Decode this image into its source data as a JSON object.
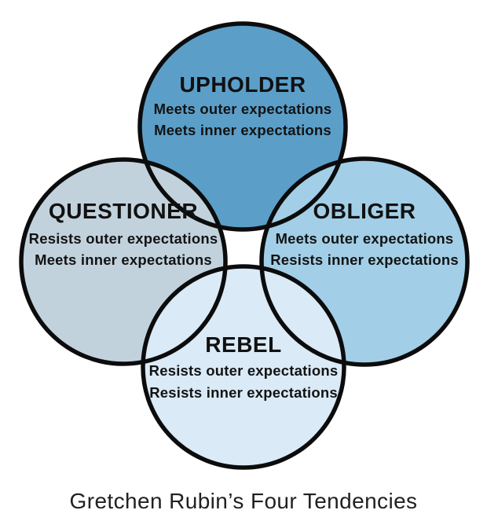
{
  "page": {
    "caption": "Gretchen Rubin’s Four Tendencies"
  },
  "diagram": {
    "type": "venn-four-circles",
    "colors": {
      "background": "#ffffff",
      "outline": "#0c0c0c",
      "label_text": "#111111",
      "caption_text": "#212121"
    },
    "circles": [
      {
        "name": "upholder",
        "title": "UPHOLDER",
        "line1": "Meets outer expectations",
        "line2": "Meets inner expectations",
        "fill": "#5b9fc9"
      },
      {
        "name": "questioner",
        "title": "QUESTIONER",
        "line1": "Resists outer expectations",
        "line2": "Meets inner expectations",
        "fill": "#c2d2dd"
      },
      {
        "name": "obliger",
        "title": "OBLIGER",
        "line1": "Meets outer expectations",
        "line2": "Resists inner expectations",
        "fill": "#a2cfe7"
      },
      {
        "name": "rebel",
        "title": "REBEL",
        "line1": "Resists outer expectations",
        "line2": "Resists inner expectations",
        "fill": "#daeaf7"
      }
    ]
  }
}
